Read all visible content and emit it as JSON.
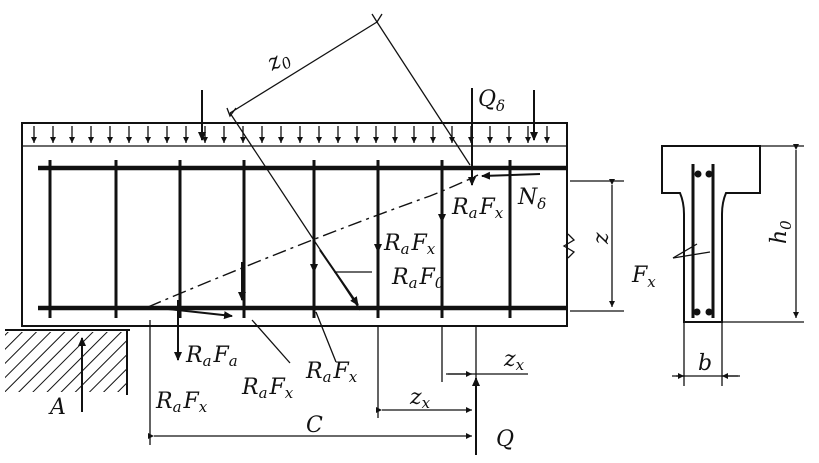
{
  "labels": {
    "z0": "z",
    "z0_sub": "0",
    "q_delta": "Q",
    "q_delta_sub": "δ",
    "n_delta": "N",
    "n_delta_sub": "δ",
    "ra_fx_1": "R",
    "ra_fx_1_sub": "a",
    "ra_fx_1_b": "F",
    "ra_fx_1_bsub": "x",
    "ra_fx_2": "R",
    "ra_fx_2_sub": "a",
    "ra_fx_2_b": "F",
    "ra_fx_2_bsub": "x",
    "ra_f0": "R",
    "ra_f0_sub": "a",
    "ra_f0_b": "F",
    "ra_f0_bsub": "0",
    "z": "z",
    "ra_fa": "R",
    "ra_fa_sub": "a",
    "ra_fa_b": "F",
    "ra_fa_bsub": "a",
    "ra_fx_bottom1": "R",
    "ra_fx_bottom1_sub": "a",
    "ra_fx_bottom1_b": "F",
    "ra_fx_bottom1_bsub": "x",
    "ra_fx_bottom2": "R",
    "ra_fx_bottom2_sub": "a",
    "ra_fx_bottom2_b": "F",
    "ra_fx_bottom2_bsub": "x",
    "ra_fx_bottom3": "R",
    "ra_fx_bottom3_sub": "a",
    "ra_fx_bottom3_b": "F",
    "ra_fx_bottom3_bsub": "x",
    "zx_right": "z",
    "zx_right_sub": "x",
    "zx_bottom": "z",
    "zx_bottom_sub": "x",
    "c": "C",
    "q": "Q",
    "a": "A",
    "fx_section": "F",
    "fx_section_sub": "x",
    "h0": "h",
    "h0_sub": "0",
    "b": "b"
  }
}
